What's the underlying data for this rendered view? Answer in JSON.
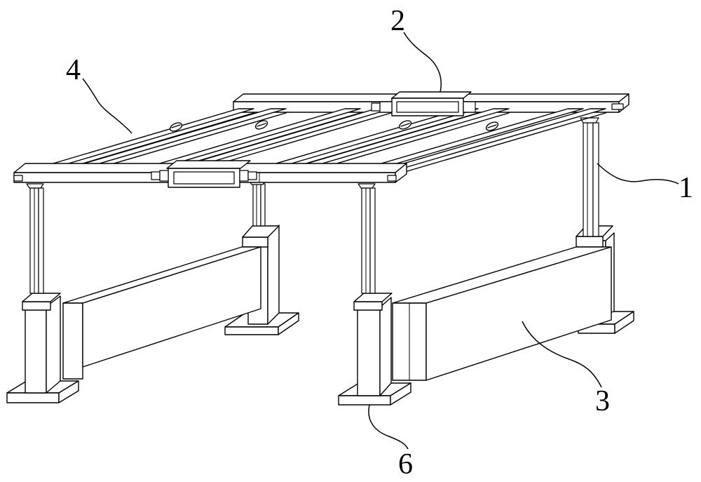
{
  "callouts": [
    {
      "id": "1",
      "label": "1"
    },
    {
      "id": "2",
      "label": "2"
    },
    {
      "id": "3",
      "label": "3"
    },
    {
      "id": "4",
      "label": "4"
    },
    {
      "id": "6",
      "label": "6"
    }
  ]
}
